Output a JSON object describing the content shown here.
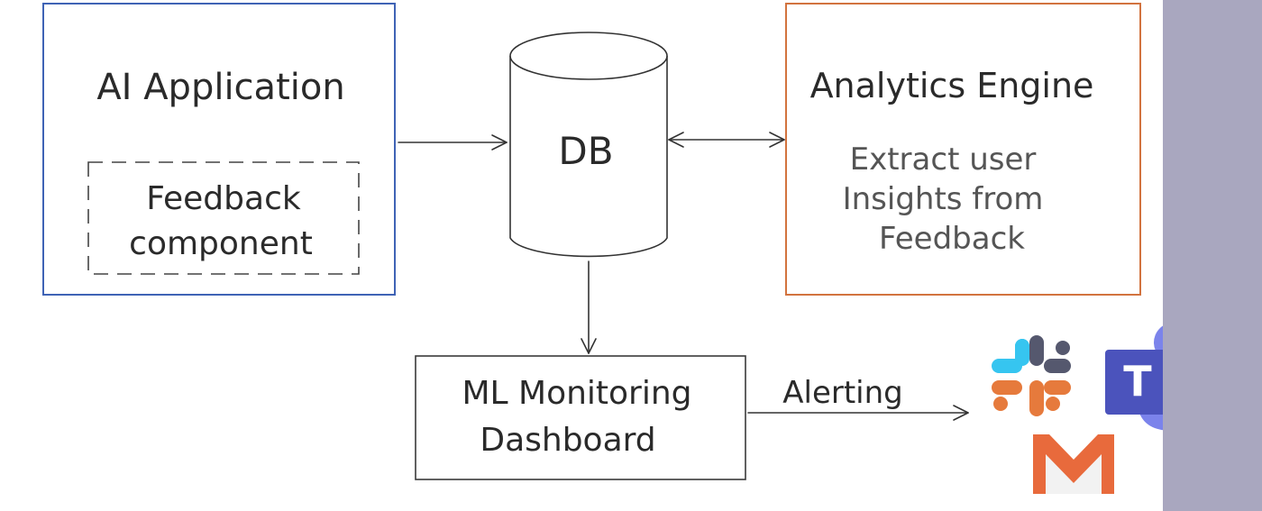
{
  "app_box": {
    "title": "AI Application",
    "component_line1": "Feedback",
    "component_line2": "component"
  },
  "db": {
    "label": "DB"
  },
  "analytics_box": {
    "title": "Analytics Engine",
    "line1": "Extract user",
    "line2": "Insights from",
    "line3": "Feedback"
  },
  "monitoring_box": {
    "line1": "ML Monitoring",
    "line2": "Dashboard"
  },
  "alert_arrow": {
    "label": "Alerting"
  },
  "alert_channels": {
    "gmail_letter": "M",
    "teams_letter": "T"
  },
  "colors": {
    "app_border": "#3f63b5",
    "analytics_border": "#d2733f",
    "sketch_line": "#333333",
    "sidebar": "#a9a7bf",
    "slack_blue": "#36c5f0",
    "slack_orange": "#e67a3c",
    "slack_dark": "#55586e",
    "teams_purple": "#5059c9",
    "teams_light": "#7b83eb",
    "gmail_red": "#e86a3c"
  },
  "icons": [
    "slack-icon",
    "teams-icon",
    "gmail-icon"
  ]
}
